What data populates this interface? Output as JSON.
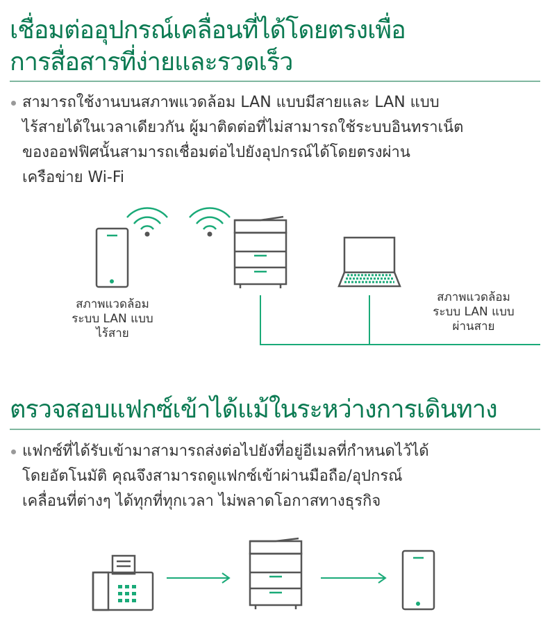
{
  "section1": {
    "title_lines": [
      "เชื่อมต่ออุปกรณ์เคลื่อนที่ได้โดยตรงเพื่อ",
      "การสื่อสารที่ง่ายและรวดเร็ว"
    ],
    "body_lines": [
      "สามารถใช้งานบนสภาพแวดล้อม LAN แบบมีสายและ LAN แบบ",
      "ไร้สายได้ในเวลาเดียวกัน ผู้มาติดต่อที่ไม่สามารถใช้ระบบอินทราเน็ต",
      "ของออฟฟิศนั้นสามารถเชื่อมต่อไปยังอุปกรณ์ได้โดยตรงผ่าน",
      "เครือข่าย Wi-Fi"
    ],
    "wireless_caption": [
      "สภาพแวดล้อม",
      "ระบบ LAN แบบ",
      "ไร้สาย"
    ],
    "wired_caption": [
      "สภาพแวดล้อม",
      "ระบบ LAN แบบ",
      "ผ่านสาย"
    ]
  },
  "section2": {
    "title": "ตรวจสอบแฟกซ์เข้าได้แม้ในระหว่างการเดินทาง",
    "body_lines": [
      "แฟกซ์ที่ได้รับเข้ามาสามารถส่งต่อไปยังที่อยู่อีเมลที่กำหนดไว้ได้",
      "โดยอัตโนมัติ คุณจึงสามารถดูแฟกซ์เข้าผ่านมือถือ/อุปกรณ์",
      "เคลื่อนที่ต่างๆ ได้ทุกที่ทุกเวลา ไม่พลาดโอกาสทางธุรกิจ"
    ]
  },
  "colors": {
    "accent": "#0b7a52",
    "icon_green": "#1aaa78",
    "icon_gray": "#555555",
    "rule": "#7fb79f"
  }
}
